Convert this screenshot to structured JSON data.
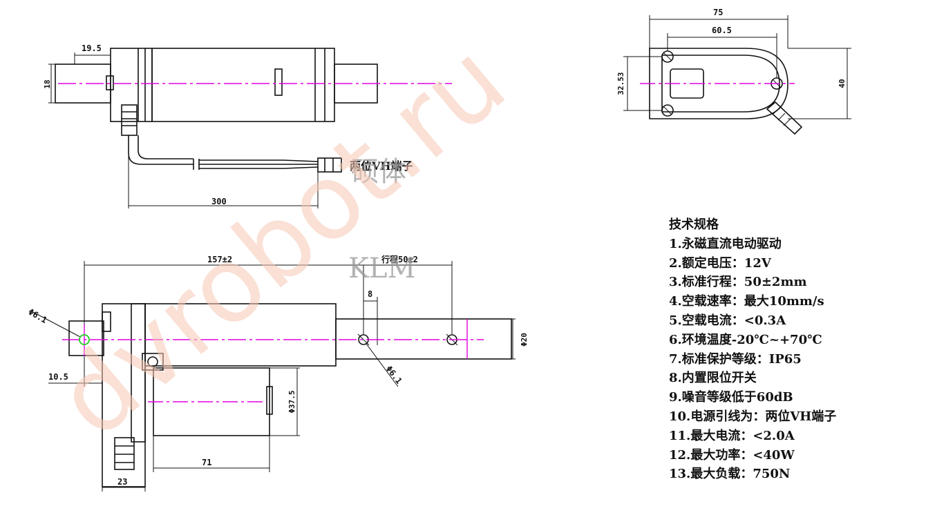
{
  "watermark": "dvrobot.ru",
  "brand_mark_top": "硕体",
  "brand_mark_mid": "KLM",
  "top_view": {
    "dim_width": "19.5",
    "dim_height": "18",
    "dim_cable": "300",
    "connector_label": "两位VH端子"
  },
  "end_view": {
    "dim_total_width": "75",
    "dim_hole_spacing": "60.5",
    "dim_left_height": "32.53",
    "dim_right_height": "40"
  },
  "side_view": {
    "dim_length": "157±2",
    "dim_stroke": "行程50±2",
    "dim_pin_hole_left": "Φ6.1",
    "dim_pin_hole_right": "Φ6.1",
    "dim_tip": "8",
    "dim_rod": "Φ20",
    "dim_offset": "10.5",
    "dim_motor_dia": "Φ37.5",
    "dim_motor_len": "71",
    "dim_base": "23"
  },
  "specs": {
    "title": "技术规格",
    "items": [
      "1.永磁直流电动驱动",
      "2.额定电压：12V",
      "3.标准行程：50±2mm",
      "4.空载速率：最大10mm/s",
      "5.空载电流：<0.3A",
      "6.环境温度-20℃~+70℃",
      "7.标准保护等级：IP65",
      "8.内置限位开关",
      "9.噪音等级低于60dB",
      "10.电源引线为：两位VH端子",
      "11.最大电流：<2.0A",
      "12.最大功率：<40W",
      "13.最大负载：750N"
    ]
  },
  "colors": {
    "line": "#111111",
    "centerline": "#e000e0",
    "watermark": "#f7c7b3",
    "pin_marker": "#22cc22"
  }
}
